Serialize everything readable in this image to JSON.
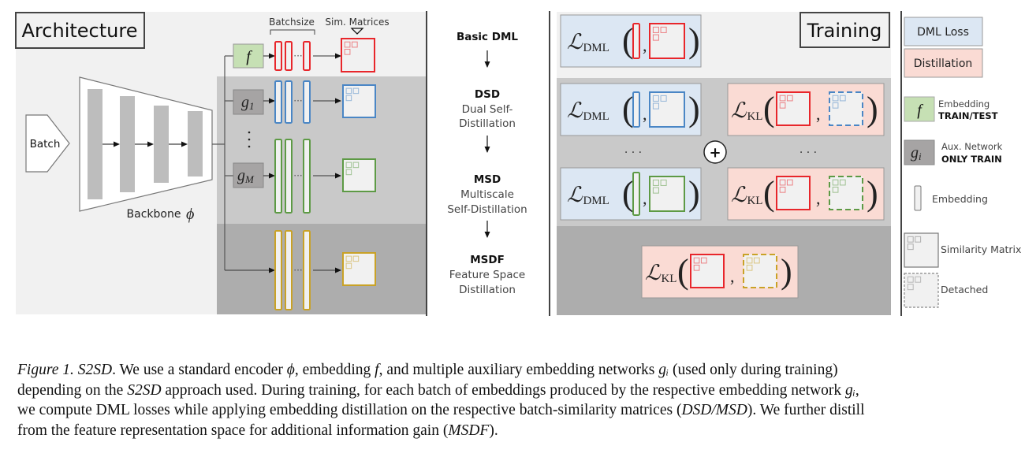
{
  "architecture": {
    "title": "Architecture",
    "input_label": "Batch",
    "backbone_label": "Backbone",
    "backbone_symbol": "ϕ",
    "batchsize_label": "Batchsize",
    "sim_matrices_label": "Sim. Matrices",
    "vertical_ellipsis": "⋮",
    "horizontal_ellipsis": "···",
    "branches": [
      {
        "name": "f",
        "symbol": "f",
        "subscript": "",
        "color": "#e8262b",
        "row": "embedding"
      },
      {
        "name": "g1",
        "symbol": "g",
        "subscript": "1",
        "color": "#4a86c5",
        "row": "auxiliary"
      },
      {
        "name": "gM",
        "symbol": "g",
        "subscript": "M",
        "color": "#5d9a45",
        "row": "auxiliary"
      },
      {
        "name": "feature",
        "symbol": "",
        "subscript": "",
        "color": "#c9a227",
        "row": "feature"
      }
    ]
  },
  "pipeline": {
    "steps": [
      {
        "name": "Basic DML",
        "desc": []
      },
      {
        "name": "DSD",
        "desc": [
          "Dual Self-",
          "Distillation"
        ]
      },
      {
        "name": "MSD",
        "desc": [
          "Multiscale",
          "Self-Distillation"
        ]
      },
      {
        "name": "MSDF",
        "desc": [
          "Feature Space",
          "Distillation"
        ]
      }
    ],
    "arrow": "↓"
  },
  "training": {
    "title": "Training",
    "dml_symbol": "ℒ",
    "dml_subscript": "DML",
    "kl_symbol": "ℒ",
    "kl_subscript": "KL",
    "plus": "+",
    "ellipsis": "· · ·"
  },
  "legend": {
    "dml_loss": "DML Loss",
    "distillation": "Distillation",
    "f_symbol": "f",
    "f_label_top": "Embedding",
    "f_label_bottom": "TRAIN/TEST",
    "g_symbol": "g",
    "g_subscript": "i",
    "g_label_top": "Aux.  Network",
    "g_label_bottom": "ONLY TRAIN",
    "embedding": "Embedding",
    "similarity_matrix": "Similarity Matrix",
    "detached": "Detached"
  },
  "colors": {
    "red": "#e8262b",
    "blue": "#4a86c5",
    "green": "#5d9a45",
    "gold": "#c9a227",
    "dml_fill": "#dce7f3",
    "kl_fill": "#fadbd4",
    "f_fill": "#c6e0b4",
    "g_fill": "#a6a4a4",
    "panel_light": "#f1f1f1",
    "panel_mid": "#c9c9c9",
    "panel_dark": "#adadad"
  },
  "caption": {
    "figure_label": "Figure 1.",
    "method": "S2SD",
    "lines": [
      [
        {
          "t": "Figure 1. S2SD",
          "i": true
        },
        {
          "t": ". We use a standard encoder ",
          "i": false
        },
        {
          "t": "ϕ",
          "i": true
        },
        {
          "t": ", embedding ",
          "i": false
        },
        {
          "t": "f",
          "i": true
        },
        {
          "t": ", and multiple auxiliary embedding networks ",
          "i": false
        },
        {
          "t": "gᵢ",
          "i": true
        },
        {
          "t": " (used only during training)",
          "i": false
        }
      ],
      [
        {
          "t": "depending on the ",
          "i": false
        },
        {
          "t": "S2SD",
          "i": true
        },
        {
          "t": " approach used. During training, for each batch of embeddings produced by the respective embedding network ",
          "i": false
        },
        {
          "t": "gᵢ",
          "i": true
        },
        {
          "t": ",",
          "i": false
        }
      ],
      [
        {
          "t": "we compute DML losses while applying embedding distillation on the respective batch-similarity matrices (",
          "i": false
        },
        {
          "t": "DSD/MSD",
          "i": true
        },
        {
          "t": "). We further distill",
          "i": false
        }
      ],
      [
        {
          "t": "from the feature representation space for additional information gain (",
          "i": false
        },
        {
          "t": "MSDF",
          "i": true
        },
        {
          "t": ").",
          "i": false
        }
      ]
    ]
  }
}
